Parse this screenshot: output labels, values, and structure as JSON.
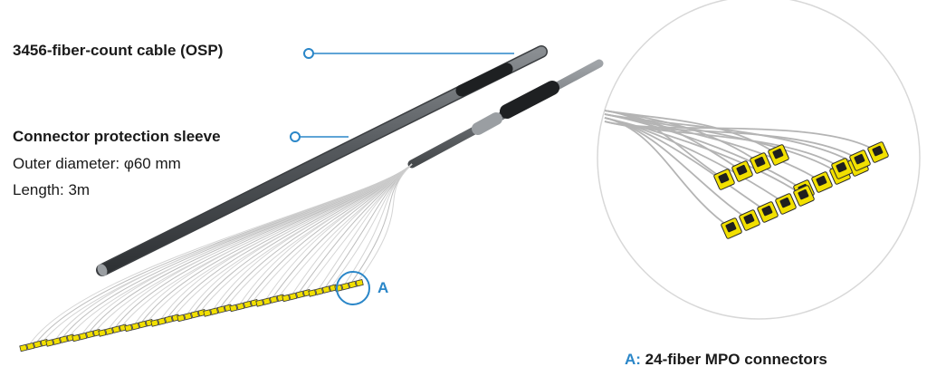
{
  "labels": {
    "cable": "3456-fiber-count cable (OSP)",
    "sleeve": "Connector protection sleeve",
    "outer_diameter": "Outer diameter: φ60 mm",
    "length": "Length: 3m",
    "callout_letter": "A",
    "legend_prefix": "A:",
    "legend_text": " 24-fiber MPO connectors"
  },
  "colors": {
    "accent": "#2a86c8",
    "connector": "#f2e000",
    "sleeve": "#555a5e",
    "cable": "#6e7276",
    "fiber": "#c8c8c8"
  }
}
